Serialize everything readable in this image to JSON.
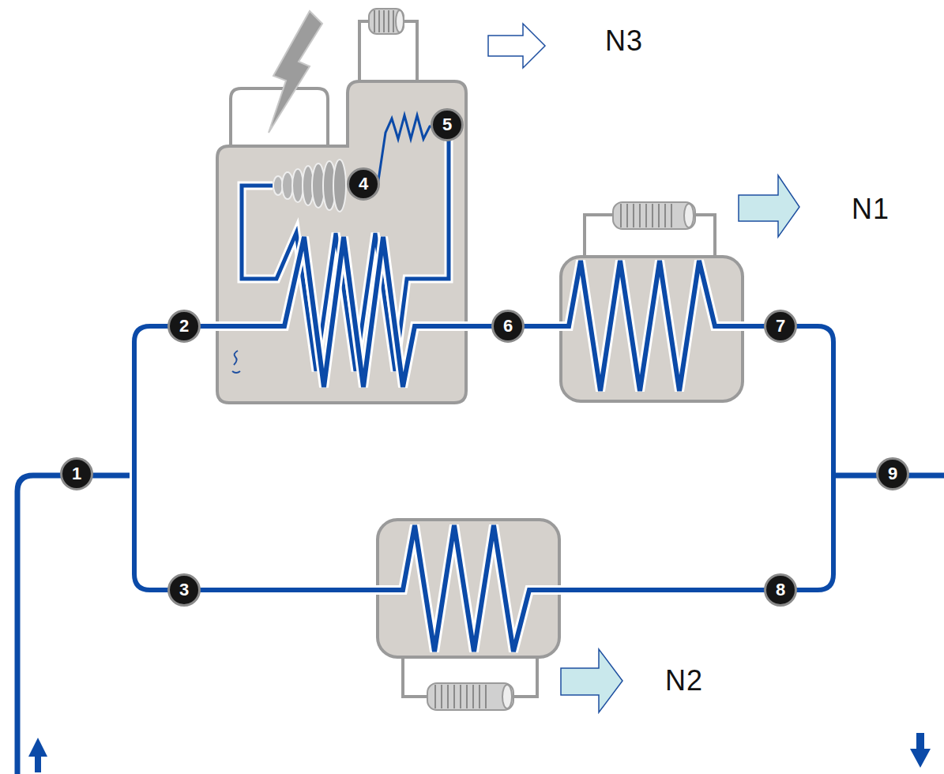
{
  "diagram": {
    "labels": [
      "1",
      "2",
      "3",
      "4",
      "5",
      "6",
      "7",
      "8",
      "9",
      "N3",
      "N1",
      "N2"
    ]
  }
}
